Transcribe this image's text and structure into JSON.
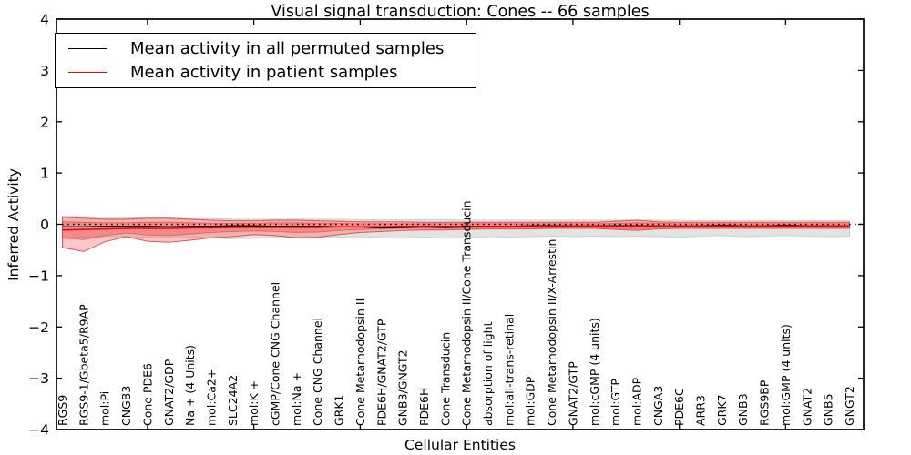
{
  "title": "Visual signal transduction: Cones -- 66 samples",
  "axes": {
    "xlabel": "Cellular Entities",
    "ylabel": "Inferred Activity"
  },
  "legend": {
    "position": "upper left",
    "items": [
      {
        "label": "Mean activity in all permuted samples",
        "color": "#000000"
      },
      {
        "label": "Mean activity in patient samples",
        "color": "#ff0000"
      }
    ]
  },
  "chart_data": {
    "type": "line",
    "title": "Visual signal transduction: Cones -- 66 samples",
    "xlabel": "Cellular Entities",
    "ylabel": "Inferred Activity",
    "ylim": [
      -4,
      4
    ],
    "yticks": [
      4,
      3,
      2,
      1,
      0,
      -1,
      -2,
      -3,
      -4
    ],
    "grid": false,
    "legend_position": "upper left",
    "zero_reference_line": {
      "y": 0,
      "style": "dotted",
      "color": "#000000"
    },
    "categories": [
      "RGS9",
      "RGS9-1/Gbeta5/R9AP",
      "mol:Pi",
      "CNGB3",
      "Cone PDE6",
      "GNAT2/GDP",
      "Na + (4 Units)",
      "mol:Ca2+",
      "SLC24A2",
      "mol:K +",
      "cGMP/Cone CNG Channel",
      "mol:Na +",
      "Cone CNG Channel",
      "GRK1",
      "Cone Metarhodopsin II",
      "PDE6H/GNAT2/GTP",
      "GNB3/GNGT2",
      "PDE6H",
      "Cone Transducin",
      "Cone Metarhodopsin II/Cone Transducin",
      "absorption of light",
      "mol:all-trans-retinal",
      "mol:GDP",
      "Cone Metarhodopsin II/X-Arrestin",
      "GNAT2/GTP",
      "mol:cGMP (4 units)",
      "mol:GTP",
      "mol:ADP",
      "CNGA3",
      "PDE6C",
      "ARR3",
      "GRK7",
      "GNB3",
      "RGS9BP",
      "mol:GMP (4 units)",
      "GNAT2",
      "GNB5",
      "GNGT2"
    ],
    "series": [
      {
        "name": "Mean activity in all permuted samples",
        "color": "#000000",
        "line_style": "solid",
        "values": [
          -0.05,
          -0.05,
          -0.04,
          -0.04,
          -0.04,
          -0.05,
          -0.04,
          -0.04,
          -0.03,
          -0.03,
          -0.04,
          -0.04,
          -0.04,
          -0.05,
          -0.05,
          -0.07,
          -0.06,
          -0.05,
          -0.06,
          -0.05,
          -0.04,
          -0.04,
          -0.03,
          -0.03,
          -0.03,
          -0.03,
          -0.03,
          -0.03,
          -0.03,
          -0.03,
          -0.03,
          -0.02,
          -0.03,
          -0.03,
          -0.02,
          -0.03,
          -0.03,
          -0.03
        ],
        "band": {
          "upper": [
            0.16,
            0.15,
            0.14,
            0.13,
            0.12,
            0.12,
            0.11,
            0.11,
            0.1,
            0.1,
            0.1,
            0.1,
            0.1,
            0.1,
            0.09,
            0.09,
            0.09,
            0.09,
            0.09,
            0.08,
            0.08,
            0.08,
            0.08,
            0.08,
            0.08,
            0.08,
            0.08,
            0.08,
            0.08,
            0.08,
            0.07,
            0.07,
            0.07,
            0.07,
            0.07,
            0.07,
            0.07,
            0.07
          ],
          "lower": [
            -0.26,
            -0.25,
            -0.24,
            -0.24,
            -0.25,
            -0.26,
            -0.25,
            -0.26,
            -0.28,
            -0.27,
            -0.26,
            -0.25,
            -0.26,
            -0.25,
            -0.24,
            -0.26,
            -0.27,
            -0.25,
            -0.27,
            -0.26,
            -0.24,
            -0.25,
            -0.24,
            -0.23,
            -0.24,
            -0.23,
            -0.24,
            -0.23,
            -0.24,
            -0.25,
            -0.23,
            -0.22,
            -0.24,
            -0.23,
            -0.22,
            -0.23,
            -0.24,
            -0.23
          ],
          "fill": "#e3e3e3",
          "edge": "#cfcfcf"
        }
      },
      {
        "name": "Mean activity in patient samples",
        "color": "#ee0000",
        "line_style": "solid",
        "values": [
          -0.11,
          -0.1,
          -0.09,
          -0.08,
          -0.08,
          -0.08,
          -0.07,
          -0.07,
          -0.06,
          -0.06,
          -0.06,
          -0.06,
          -0.06,
          -0.05,
          -0.05,
          -0.05,
          -0.04,
          -0.04,
          -0.04,
          -0.04,
          -0.04,
          -0.04,
          -0.04,
          -0.04,
          -0.03,
          -0.03,
          -0.04,
          -0.04,
          -0.03,
          -0.03,
          -0.03,
          -0.03,
          -0.03,
          -0.03,
          -0.03,
          -0.03,
          -0.03,
          -0.03
        ],
        "band_outer": {
          "upper": [
            0.14,
            0.12,
            0.1,
            0.1,
            0.12,
            0.12,
            0.1,
            0.08,
            0.07,
            0.07,
            0.08,
            0.08,
            0.07,
            0.06,
            0.05,
            0.05,
            0.05,
            0.04,
            0.04,
            0.04,
            0.04,
            0.04,
            0.04,
            0.04,
            0.04,
            0.04,
            0.06,
            0.08,
            0.05,
            0.04,
            0.04,
            0.04,
            0.04,
            0.04,
            0.04,
            0.04,
            0.04,
            0.04
          ],
          "lower": [
            -0.45,
            -0.53,
            -0.34,
            -0.24,
            -0.33,
            -0.35,
            -0.31,
            -0.26,
            -0.24,
            -0.2,
            -0.22,
            -0.26,
            -0.25,
            -0.2,
            -0.16,
            -0.14,
            -0.12,
            -0.11,
            -0.11,
            -0.1,
            -0.09,
            -0.09,
            -0.09,
            -0.08,
            -0.08,
            -0.08,
            -0.1,
            -0.12,
            -0.09,
            -0.08,
            -0.08,
            -0.08,
            -0.08,
            -0.08,
            -0.08,
            -0.08,
            -0.08,
            -0.08
          ],
          "fill_rgba": "255,70,70,0.30",
          "edge_rgba": "225,60,60,0.85"
        },
        "band_inner": {
          "upper": [
            0.05,
            0.04,
            0.03,
            0.03,
            0.04,
            0.04,
            0.03,
            0.02,
            0.02,
            0.02,
            0.03,
            0.03,
            0.02,
            0.02,
            0.01,
            0.01,
            0.01,
            0.01,
            0.01,
            0.01,
            0.01,
            0.01,
            0.01,
            0.01,
            0.01,
            0.01,
            0.02,
            0.03,
            0.02,
            0.01,
            0.01,
            0.01,
            0.01,
            0.01,
            0.01,
            0.01,
            0.01,
            0.01
          ],
          "lower": [
            -0.27,
            -0.3,
            -0.22,
            -0.17,
            -0.21,
            -0.22,
            -0.19,
            -0.16,
            -0.14,
            -0.13,
            -0.14,
            -0.16,
            -0.15,
            -0.12,
            -0.1,
            -0.09,
            -0.08,
            -0.08,
            -0.08,
            -0.08,
            -0.07,
            -0.07,
            -0.07,
            -0.07,
            -0.06,
            -0.06,
            -0.08,
            -0.09,
            -0.07,
            -0.06,
            -0.06,
            -0.06,
            -0.06,
            -0.06,
            -0.06,
            -0.06,
            -0.06,
            -0.06
          ],
          "fill_rgba": "255,70,70,0.38",
          "edge_rgba": "225,60,60,0.55"
        }
      }
    ]
  }
}
